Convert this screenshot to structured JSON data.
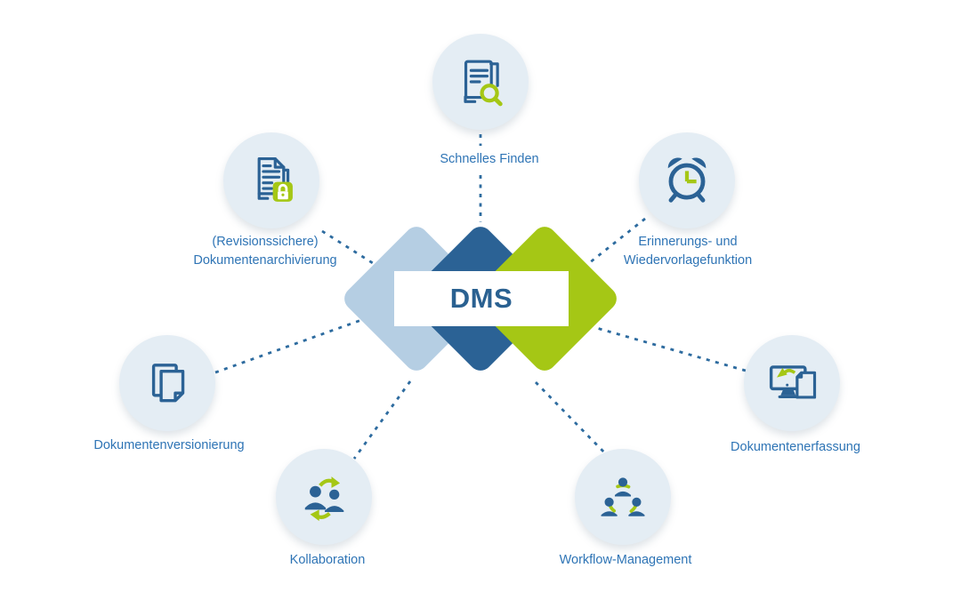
{
  "center": {
    "label": "DMS"
  },
  "colors": {
    "diamond_light_blue": "#b5cee3",
    "diamond_dark_blue": "#2b6295",
    "diamond_green": "#a5c715",
    "node_circle_bg": "#e4edf4",
    "label_text": "#2e74b5",
    "connector_line": "#2d6b9f",
    "dms_text": "#2a6191"
  },
  "nodes": [
    {
      "id": "schnelles-finden",
      "icon": "document-search-icon",
      "lines": [
        "Schnelles Finden"
      ]
    },
    {
      "id": "dokumentenarchivierung",
      "icon": "document-lock-icon",
      "lines": [
        "(Revisionssichere)",
        "Dokumentenarchivierung"
      ]
    },
    {
      "id": "erinnerungsfunktion",
      "icon": "alarm-clock-icon",
      "lines": [
        "Erinnerungs- und",
        "Wiedervorlagefunktion"
      ]
    },
    {
      "id": "dokumentenversionierung",
      "icon": "document-copies-icon",
      "lines": [
        "Dokumentenversionierung"
      ]
    },
    {
      "id": "dokumentenerfassung",
      "icon": "monitor-document-icon",
      "lines": [
        "Dokumentenerfassung"
      ]
    },
    {
      "id": "kollaboration",
      "icon": "people-exchange-icon",
      "lines": [
        "Kollaboration"
      ]
    },
    {
      "id": "workflow-management",
      "icon": "people-cycle-icon",
      "lines": [
        "Workflow-Management"
      ]
    }
  ]
}
